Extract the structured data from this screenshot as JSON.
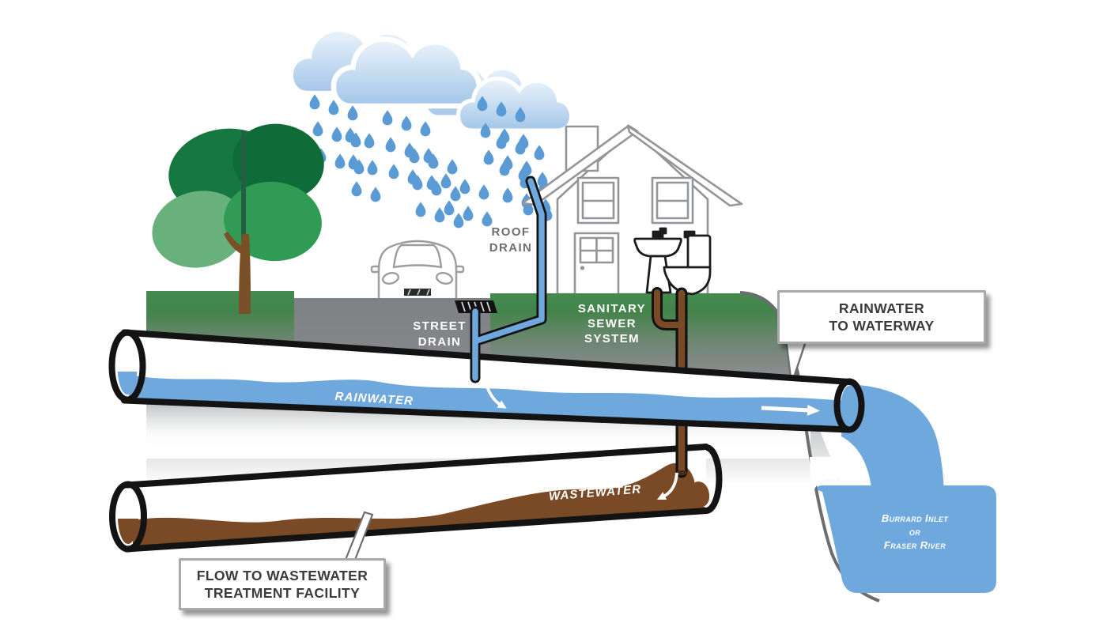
{
  "scene": {
    "labels": {
      "roof_drain": {
        "line1": "ROOF",
        "line2": "DRAIN"
      },
      "street_drain": {
        "line1": "STREET",
        "line2": "DRAIN"
      },
      "sanitary_sewer": {
        "line1": "SANITARY",
        "line2": "SEWER",
        "line3": "SYSTEM"
      },
      "rainwater": "RAINWATER",
      "wastewater": "WASTEWATER",
      "waterway": {
        "line1": "Burrard Inlet",
        "line2": "or",
        "line3": "Fraser River"
      }
    },
    "callouts": {
      "rainwater_to_waterway": {
        "line1": "RAINWATER",
        "line2": "TO WATERWAY"
      },
      "flow_to_treatment": {
        "line1": "FLOW TO WASTEWATER",
        "line2": "TREATMENT FACILITY"
      }
    },
    "colors": {
      "water_blue": "#6fa8dc",
      "drop_blue": "#5b9bd5",
      "cloud_light": "#ecf4fb",
      "cloud_deep": "#a3c6e8",
      "brown": "#7a4a26",
      "brown_dark": "#4a2a12",
      "outline": "#131313",
      "grass_green": "#458b50",
      "road_gray": "#7e8185",
      "house_gray": "#939598",
      "label_gray": "#6d6e71",
      "slope_gray": "#6b6d70",
      "tree_dark": "#177741",
      "tree_darker": "#0f6b37",
      "tree_mid": "#2f9b55",
      "tree_light": "#68b17d",
      "trunk_brown": "#7b4f28",
      "trunk_shade": "#235f43",
      "callout_border": "#a7a9ac",
      "callout_text": "#3b3b3d"
    }
  }
}
